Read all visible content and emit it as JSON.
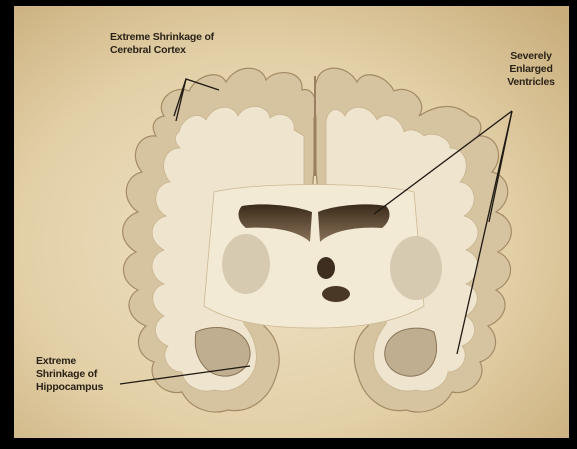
{
  "annotations": [
    {
      "id": "cortex",
      "text": "Extreme Shrinkage of\nCerebral Cortex"
    },
    {
      "id": "ventricles",
      "text": "Severely\nEnlarged\nVentricles"
    },
    {
      "id": "hippocampus",
      "text": "Extreme\nShrinkage of\nHippocampus"
    }
  ],
  "colors": {
    "background": "#ddc79a",
    "outer_gray_matter": "#d9c9a8",
    "white_matter": "#f1e8d3",
    "ventricle": "#5c4630",
    "basal_ganglia": "#d9cdb4",
    "leader_lines": "#1f1912"
  }
}
